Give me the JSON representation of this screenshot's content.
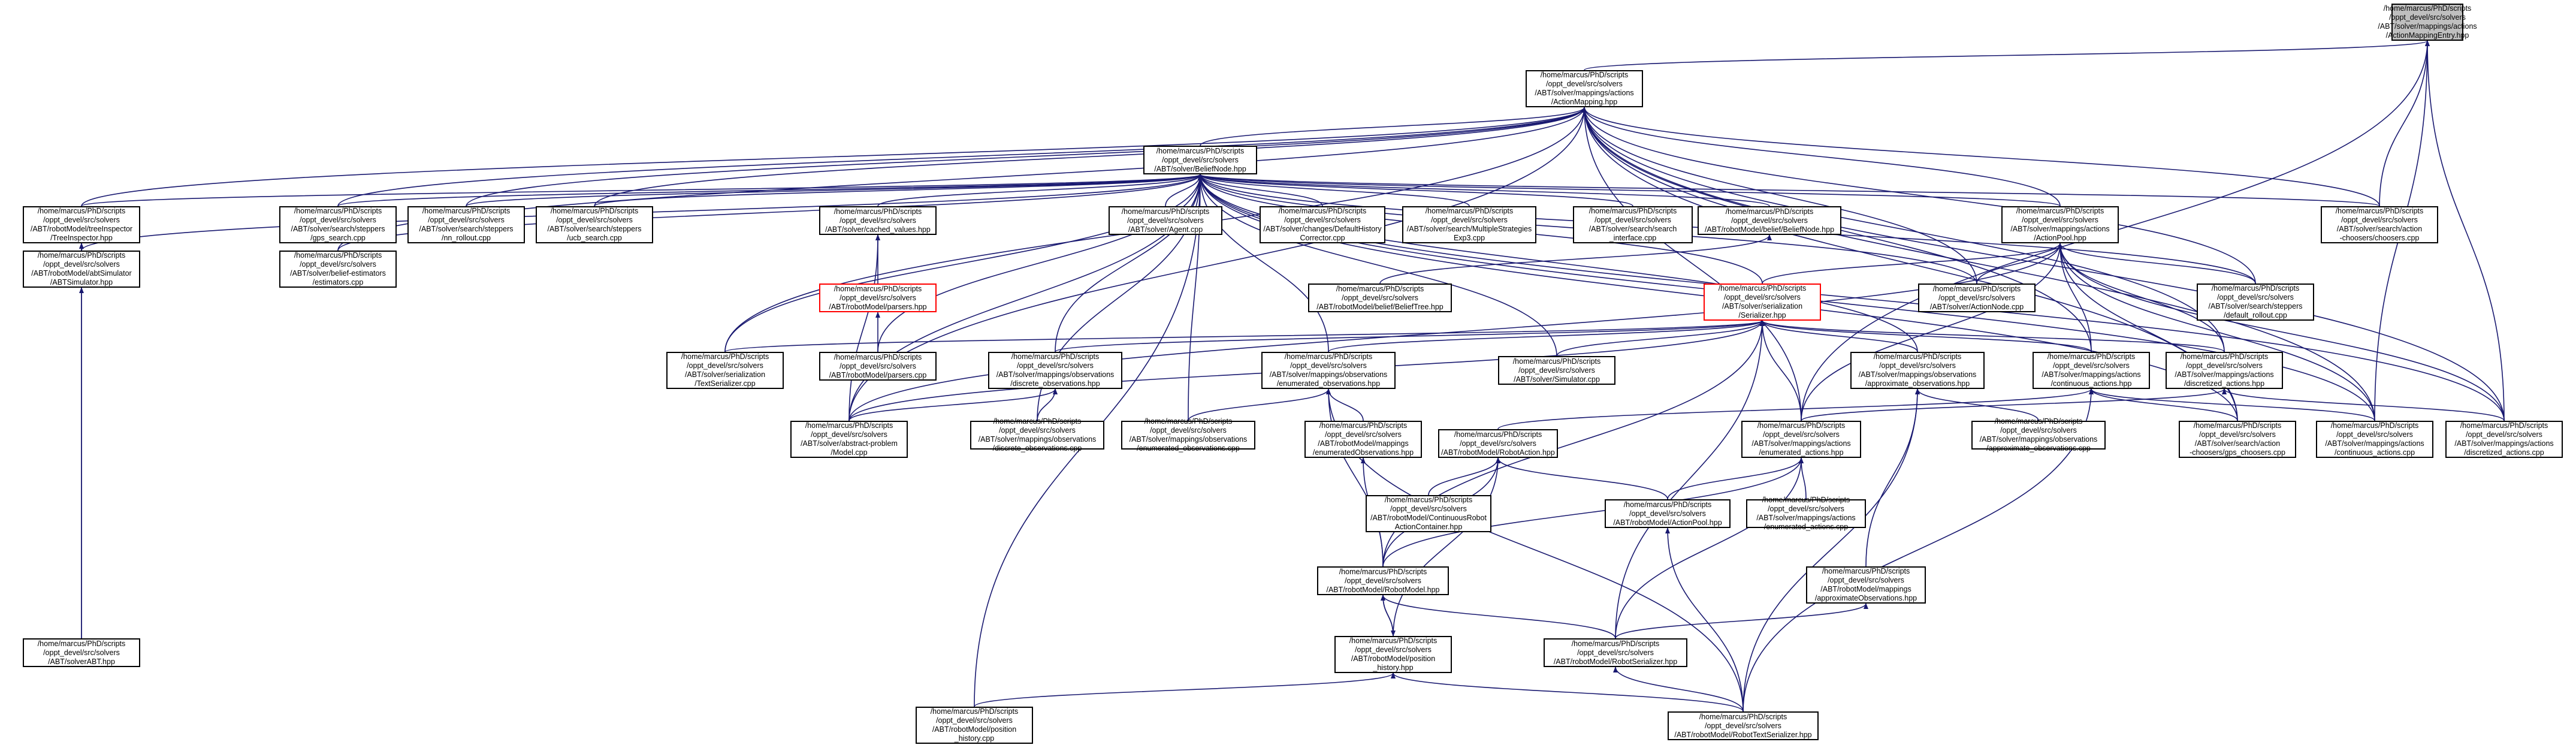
{
  "colors": {
    "edge": "#191970",
    "border": "#000000",
    "root_fill": "#bfbfbf",
    "red_border": "#ff0000",
    "background": "#ffffff"
  },
  "nodes": [
    {
      "id": "root",
      "lines": [
        "/home/marcus/PhD/scripts",
        "/oppt_devel/src/solvers",
        "/ABT/solver/mappings/actions",
        "/ActionMappingEntry.hpp"
      ],
      "style": "root"
    },
    {
      "id": "actionmapping",
      "lines": [
        "/home/marcus/PhD/scripts",
        "/oppt_devel/src/solvers",
        "/ABT/solver/mappings/actions",
        "/ActionMapping.hpp"
      ]
    },
    {
      "id": "beliefnode",
      "lines": [
        "/home/marcus/PhD/scripts",
        "/oppt_devel/src/solvers",
        "/ABT/solver/BeliefNode.hpp"
      ]
    },
    {
      "id": "treeinspector",
      "lines": [
        "/home/marcus/PhD/scripts",
        "/oppt_devel/src/solvers",
        "/ABT/robotModel/treeInspector",
        "/TreeInspector.hpp"
      ]
    },
    {
      "id": "gps_search",
      "lines": [
        "/home/marcus/PhD/scripts",
        "/oppt_devel/src/solvers",
        "/ABT/solver/search/steppers",
        "/gps_search.cpp"
      ]
    },
    {
      "id": "nn_rollout",
      "lines": [
        "/home/marcus/PhD/scripts",
        "/oppt_devel/src/solvers",
        "/ABT/solver/search/steppers",
        "/nn_rollout.cpp"
      ]
    },
    {
      "id": "ucb_search",
      "lines": [
        "/home/marcus/PhD/scripts",
        "/oppt_devel/src/solvers",
        "/ABT/solver/search/steppers",
        "/ucb_search.cpp"
      ]
    },
    {
      "id": "cached_values",
      "lines": [
        "/home/marcus/PhD/scripts",
        "/oppt_devel/src/solvers",
        "/ABT/solver/cached_values.hpp"
      ]
    },
    {
      "id": "agent",
      "lines": [
        "/home/marcus/PhD/scripts",
        "/oppt_devel/src/solvers",
        "/ABT/solver/Agent.cpp"
      ]
    },
    {
      "id": "defaulthistory",
      "lines": [
        "/home/marcus/PhD/scripts",
        "/oppt_devel/src/solvers",
        "/ABT/solver/changes/DefaultHistory",
        "Corrector.cpp"
      ]
    },
    {
      "id": "multiplestrategies",
      "lines": [
        "/home/marcus/PhD/scripts",
        "/oppt_devel/src/solvers",
        "/ABT/solver/search/MultipleStrategies",
        "Exp3.cpp"
      ]
    },
    {
      "id": "search_interface",
      "lines": [
        "/home/marcus/PhD/scripts",
        "/oppt_devel/src/solvers",
        "/ABT/solver/search/search",
        "_interface.cpp"
      ]
    },
    {
      "id": "beliefnode_rm",
      "lines": [
        "/home/marcus/PhD/scripts",
        "/oppt_devel/src/solvers",
        "/ABT/robotModel/belief/BeliefNode.hpp"
      ]
    },
    {
      "id": "actionpool",
      "lines": [
        "/home/marcus/PhD/scripts",
        "/oppt_devel/src/solvers",
        "/ABT/solver/mappings/actions",
        "/ActionPool.hpp"
      ]
    },
    {
      "id": "choosers",
      "lines": [
        "/home/marcus/PhD/scripts",
        "/oppt_devel/src/solvers",
        "/ABT/solver/search/action",
        "-choosers/choosers.cpp"
      ]
    },
    {
      "id": "abtsimulator",
      "lines": [
        "/home/marcus/PhD/scripts",
        "/oppt_devel/src/solvers",
        "/ABT/robotModel/abtSimulator",
        "/ABTSimulator.hpp"
      ]
    },
    {
      "id": "estimators",
      "lines": [
        "/home/marcus/PhD/scripts",
        "/oppt_devel/src/solvers",
        "/ABT/solver/belief-estimators",
        "/estimators.cpp"
      ]
    },
    {
      "id": "parsers_hpp",
      "lines": [
        "/home/marcus/PhD/scripts",
        "/oppt_devel/src/solvers",
        "/ABT/robotModel/parsers.hpp"
      ],
      "style": "red"
    },
    {
      "id": "belieftree",
      "lines": [
        "/home/marcus/PhD/scripts",
        "/oppt_devel/src/solvers",
        "/ABT/robotModel/belief/BeliefTree.hpp"
      ]
    },
    {
      "id": "serializer",
      "lines": [
        "/home/marcus/PhD/scripts",
        "/oppt_devel/src/solvers",
        "/ABT/solver/serialization",
        "/Serializer.hpp"
      ],
      "style": "red"
    },
    {
      "id": "actionnode",
      "lines": [
        "/home/marcus/PhD/scripts",
        "/oppt_devel/src/solvers",
        "/ABT/solver/ActionNode.cpp"
      ]
    },
    {
      "id": "default_rollout",
      "lines": [
        "/home/marcus/PhD/scripts",
        "/oppt_devel/src/solvers",
        "/ABT/solver/search/steppers",
        "/default_rollout.cpp"
      ]
    },
    {
      "id": "textserializer",
      "lines": [
        "/home/marcus/PhD/scripts",
        "/oppt_devel/src/solvers",
        "/ABT/solver/serialization",
        "/TextSerializer.cpp"
      ]
    },
    {
      "id": "parsers_cpp",
      "lines": [
        "/home/marcus/PhD/scripts",
        "/oppt_devel/src/solvers",
        "/ABT/robotModel/parsers.cpp"
      ]
    },
    {
      "id": "discrete_obs_hpp",
      "lines": [
        "/home/marcus/PhD/scripts",
        "/oppt_devel/src/solvers",
        "/ABT/solver/mappings/observations",
        "/discrete_observations.hpp"
      ]
    },
    {
      "id": "enum_obs_hpp",
      "lines": [
        "/home/marcus/PhD/scripts",
        "/oppt_devel/src/solvers",
        "/ABT/solver/mappings/observations",
        "/enumerated_observations.hpp"
      ]
    },
    {
      "id": "simulator_cpp",
      "lines": [
        "/home/marcus/PhD/scripts",
        "/oppt_devel/src/solvers",
        "/ABT/solver/Simulator.cpp"
      ]
    },
    {
      "id": "approx_obs_hpp",
      "lines": [
        "/home/marcus/PhD/scripts",
        "/oppt_devel/src/solvers",
        "/ABT/solver/mappings/observations",
        "/approximate_observations.hpp"
      ]
    },
    {
      "id": "continuous_actions_hpp",
      "lines": [
        "/home/marcus/PhD/scripts",
        "/oppt_devel/src/solvers",
        "/ABT/solver/mappings/actions",
        "/continuous_actions.hpp"
      ]
    },
    {
      "id": "discretized_actions_hpp",
      "lines": [
        "/home/marcus/PhD/scripts",
        "/oppt_devel/src/solvers",
        "/ABT/solver/mappings/actions",
        "/discretized_actions.hpp"
      ]
    },
    {
      "id": "abstract_problem",
      "lines": [
        "/home/marcus/PhD/scripts",
        "/oppt_devel/src/solvers",
        "/ABT/solver/abstract-problem",
        "/Model.cpp"
      ]
    },
    {
      "id": "discrete_obs_cpp",
      "lines": [
        "/home/marcus/PhD/scripts",
        "/oppt_devel/src/solvers",
        "/ABT/solver/mappings/observations",
        "/discrete_observations.cpp"
      ]
    },
    {
      "id": "enum_obs_cpp",
      "lines": [
        "/home/marcus/PhD/scripts",
        "/oppt_devel/src/solvers",
        "/ABT/solver/mappings/observations",
        "/enumerated_observations.cpp"
      ]
    },
    {
      "id": "enumerated_observations_rm",
      "lines": [
        "/home/marcus/PhD/scripts",
        "/oppt_devel/src/solvers",
        "/ABT/robotModel/mappings",
        "/enumeratedObservations.hpp"
      ]
    },
    {
      "id": "robotaction",
      "lines": [
        "/home/marcus/PhD/scripts",
        "/oppt_devel/src/solvers",
        "/ABT/robotModel/RobotAction.hpp"
      ]
    },
    {
      "id": "enum_actions_hpp",
      "lines": [
        "/home/marcus/PhD/scripts",
        "/oppt_devel/src/solvers",
        "/ABT/solver/mappings/actions",
        "/enumerated_actions.hpp"
      ]
    },
    {
      "id": "approx_obs_cpp",
      "lines": [
        "/home/marcus/PhD/scripts",
        "/oppt_devel/src/solvers",
        "/ABT/solver/mappings/observations",
        "/approximate_observations.cpp"
      ]
    },
    {
      "id": "gps_choosers",
      "lines": [
        "/home/marcus/PhD/scripts",
        "/oppt_devel/src/solvers",
        "/ABT/solver/search/action",
        "-choosers/gps_choosers.cpp"
      ]
    },
    {
      "id": "continuous_actions_cpp",
      "lines": [
        "/home/marcus/PhD/scripts",
        "/oppt_devel/src/solvers",
        "/ABT/solver/mappings/actions",
        "/continuous_actions.cpp"
      ]
    },
    {
      "id": "discretized_actions_cpp",
      "lines": [
        "/home/marcus/PhD/scripts",
        "/oppt_devel/src/solvers",
        "/ABT/solver/mappings/actions",
        "/discretized_actions.cpp"
      ]
    },
    {
      "id": "continuousrobotaction",
      "lines": [
        "/home/marcus/PhD/scripts",
        "/oppt_devel/src/solvers",
        "/ABT/robotModel/ContinuousRobot",
        "ActionContainer.hpp"
      ]
    },
    {
      "id": "actionpool_rm",
      "lines": [
        "/home/marcus/PhD/scripts",
        "/oppt_devel/src/solvers",
        "/ABT/robotModel/ActionPool.hpp"
      ]
    },
    {
      "id": "enum_actions_cpp",
      "lines": [
        "/home/marcus/PhD/scripts",
        "/oppt_devel/src/solvers",
        "/ABT/solver/mappings/actions",
        "/enumerated_actions.cpp"
      ]
    },
    {
      "id": "robotmodel",
      "lines": [
        "/home/marcus/PhD/scripts",
        "/oppt_devel/src/solvers",
        "/ABT/robotModel/RobotModel.hpp"
      ]
    },
    {
      "id": "approximate_observations_rm",
      "lines": [
        "/home/marcus/PhD/scripts",
        "/oppt_devel/src/solvers",
        "/ABT/robotModel/mappings",
        "/approximateObservations.hpp"
      ]
    },
    {
      "id": "solverabt",
      "lines": [
        "/home/marcus/PhD/scripts",
        "/oppt_devel/src/solvers",
        "/ABT/solverABT.hpp"
      ]
    },
    {
      "id": "position_history_hpp",
      "lines": [
        "/home/marcus/PhD/scripts",
        "/oppt_devel/src/solvers",
        "/ABT/robotModel/position",
        "_history.hpp"
      ]
    },
    {
      "id": "robotserializer",
      "lines": [
        "/home/marcus/PhD/scripts",
        "/oppt_devel/src/solvers",
        "/ABT/robotModel/RobotSerializer.hpp"
      ]
    },
    {
      "id": "position_history_cpp",
      "lines": [
        "/home/marcus/PhD/scripts",
        "/oppt_devel/src/solvers",
        "/ABT/robotModel/position",
        "_history.cpp"
      ]
    },
    {
      "id": "robottextserializer",
      "lines": [
        "/home/marcus/PhD/scripts",
        "/oppt_devel/src/solvers",
        "/ABT/robotModel/RobotTextSerializer.hpp"
      ]
    }
  ],
  "edges": [
    [
      "root",
      "actionmapping"
    ],
    [
      "root",
      "choosers"
    ],
    [
      "root",
      "continuous_actions_cpp"
    ],
    [
      "root",
      "discretized_actions_cpp"
    ],
    [
      "root",
      "enum_actions_hpp"
    ],
    [
      "actionmapping",
      "beliefnode"
    ],
    [
      "actionmapping",
      "treeinspector"
    ],
    [
      "actionmapping",
      "gps_search"
    ],
    [
      "actionmapping",
      "nn_rollout"
    ],
    [
      "actionmapping",
      "ucb_search"
    ],
    [
      "actionmapping",
      "estimators"
    ],
    [
      "actionmapping",
      "abstract_problem"
    ],
    [
      "actionmapping",
      "actionpool"
    ],
    [
      "actionmapping",
      "choosers"
    ],
    [
      "actionmapping",
      "actionnode"
    ],
    [
      "actionmapping",
      "default_rollout"
    ],
    [
      "actionmapping",
      "continuous_actions_hpp"
    ],
    [
      "actionmapping",
      "discretized_actions_hpp"
    ],
    [
      "actionmapping",
      "enum_actions_hpp"
    ],
    [
      "actionmapping",
      "gps_choosers"
    ],
    [
      "actionmapping",
      "continuous_actions_cpp"
    ],
    [
      "actionmapping",
      "discretized_actions_cpp"
    ],
    [
      "actionmapping",
      "textserializer"
    ],
    [
      "beliefnode",
      "treeinspector"
    ],
    [
      "beliefnode",
      "gps_search"
    ],
    [
      "beliefnode",
      "nn_rollout"
    ],
    [
      "beliefnode",
      "ucb_search"
    ],
    [
      "beliefnode",
      "cached_values"
    ],
    [
      "beliefnode",
      "agent"
    ],
    [
      "beliefnode",
      "defaulthistory"
    ],
    [
      "beliefnode",
      "multiplestrategies"
    ],
    [
      "beliefnode",
      "search_interface"
    ],
    [
      "beliefnode",
      "beliefnode_rm"
    ],
    [
      "beliefnode",
      "actionpool"
    ],
    [
      "beliefnode",
      "choosers"
    ],
    [
      "beliefnode",
      "abtsimulator"
    ],
    [
      "beliefnode",
      "estimators"
    ],
    [
      "beliefnode",
      "serializer"
    ],
    [
      "beliefnode",
      "actionnode"
    ],
    [
      "beliefnode",
      "default_rollout"
    ],
    [
      "beliefnode",
      "textserializer"
    ],
    [
      "beliefnode",
      "parsers_cpp"
    ],
    [
      "beliefnode",
      "discrete_obs_hpp"
    ],
    [
      "beliefnode",
      "enum_obs_hpp"
    ],
    [
      "beliefnode",
      "simulator_cpp"
    ],
    [
      "beliefnode",
      "abstract_problem"
    ],
    [
      "beliefnode",
      "discrete_obs_cpp"
    ],
    [
      "beliefnode",
      "enum_obs_cpp"
    ],
    [
      "beliefnode",
      "approx_obs_hpp"
    ],
    [
      "beliefnode",
      "gps_choosers"
    ],
    [
      "beliefnode",
      "continuous_actions_cpp"
    ],
    [
      "beliefnode",
      "discretized_actions_cpp"
    ],
    [
      "beliefnode",
      "position_history_cpp"
    ],
    [
      "treeinspector",
      "abtsimulator"
    ],
    [
      "treeinspector",
      "solverabt"
    ],
    [
      "abtsimulator",
      "solverabt"
    ],
    [
      "cached_values",
      "parsers_hpp"
    ],
    [
      "cached_values",
      "abstract_problem"
    ],
    [
      "parsers_hpp",
      "parsers_cpp"
    ],
    [
      "beliefnode_rm",
      "belieftree"
    ],
    [
      "actionpool",
      "serializer"
    ],
    [
      "actionpool",
      "actionnode"
    ],
    [
      "actionpool",
      "default_rollout"
    ],
    [
      "actionpool",
      "continuous_actions_hpp"
    ],
    [
      "actionpool",
      "discretized_actions_hpp"
    ],
    [
      "actionpool",
      "enum_actions_hpp"
    ],
    [
      "actionpool",
      "gps_choosers"
    ],
    [
      "actionpool",
      "continuous_actions_cpp"
    ],
    [
      "actionpool",
      "discretized_actions_cpp"
    ],
    [
      "actionpool",
      "abstract_problem"
    ],
    [
      "serializer",
      "textserializer"
    ],
    [
      "serializer",
      "discrete_obs_hpp"
    ],
    [
      "serializer",
      "enum_obs_hpp"
    ],
    [
      "serializer",
      "simulator_cpp"
    ],
    [
      "serializer",
      "approx_obs_hpp"
    ],
    [
      "serializer",
      "continuous_actions_hpp"
    ],
    [
      "serializer",
      "discretized_actions_hpp"
    ],
    [
      "serializer",
      "enum_actions_hpp"
    ],
    [
      "serializer",
      "abstract_problem"
    ],
    [
      "serializer",
      "robotserializer"
    ],
    [
      "serializer",
      "robotmodel"
    ],
    [
      "discrete_obs_hpp",
      "discrete_obs_cpp"
    ],
    [
      "discrete_obs_hpp",
      "abstract_problem"
    ],
    [
      "enum_obs_hpp",
      "enum_obs_cpp"
    ],
    [
      "enum_obs_hpp",
      "enumerated_observations_rm"
    ],
    [
      "enum_obs_hpp",
      "robotmodel"
    ],
    [
      "enum_obs_hpp",
      "robottextserializer"
    ],
    [
      "approx_obs_hpp",
      "approx_obs_cpp"
    ],
    [
      "approx_obs_hpp",
      "approximate_observations_rm"
    ],
    [
      "approx_obs_hpp",
      "robottextserializer"
    ],
    [
      "continuous_actions_hpp",
      "gps_choosers"
    ],
    [
      "continuous_actions_hpp",
      "continuous_actions_cpp"
    ],
    [
      "continuous_actions_hpp",
      "robotaction"
    ],
    [
      "continuous_actions_hpp",
      "robottextserializer"
    ],
    [
      "discretized_actions_hpp",
      "discretized_actions_cpp"
    ],
    [
      "discretized_actions_hpp",
      "enum_actions_hpp"
    ],
    [
      "enum_actions_hpp",
      "enum_actions_cpp"
    ],
    [
      "enum_actions_hpp",
      "actionpool_rm"
    ],
    [
      "enum_actions_hpp",
      "robotmodel"
    ],
    [
      "enum_actions_hpp",
      "robotserializer"
    ],
    [
      "enumerated_observations_rm",
      "robotmodel"
    ],
    [
      "robotaction",
      "continuousrobotaction"
    ],
    [
      "robotaction",
      "actionpool_rm"
    ],
    [
      "robotaction",
      "robotmodel"
    ],
    [
      "robotaction",
      "position_history_hpp"
    ],
    [
      "actionpool_rm",
      "robottextserializer"
    ],
    [
      "robotmodel",
      "position_history_hpp"
    ],
    [
      "robotmodel",
      "robotserializer"
    ],
    [
      "position_history_hpp",
      "robotmodel"
    ],
    [
      "position_history_hpp",
      "position_history_cpp"
    ],
    [
      "position_history_hpp",
      "robottextserializer"
    ],
    [
      "approximate_observations_rm",
      "robotserializer"
    ],
    [
      "robotserializer",
      "robottextserializer"
    ]
  ]
}
